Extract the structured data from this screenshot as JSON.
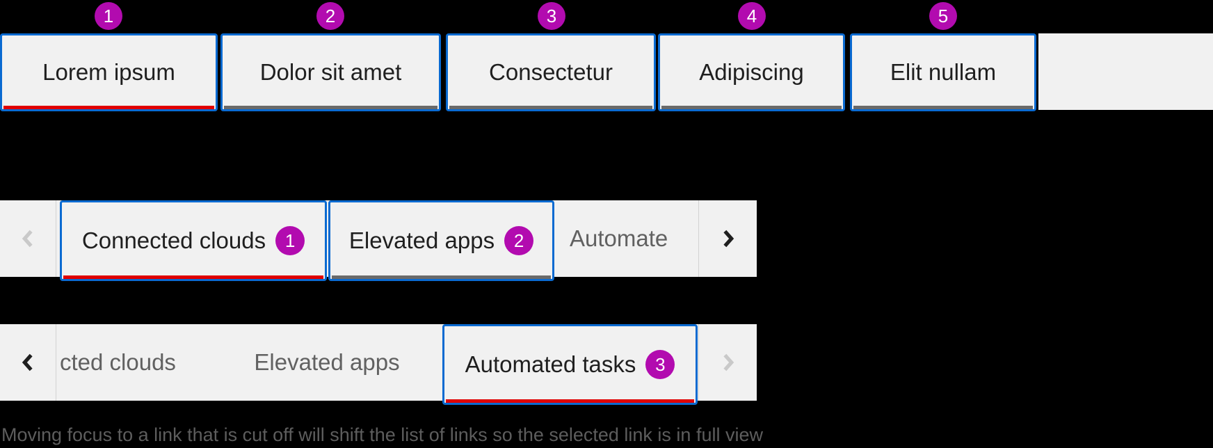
{
  "colors": {
    "background": "#000000",
    "bar_bg": "#f1f1f1",
    "tab_border_blue": "#0a6ad1",
    "selected_underline_red": "#e00000",
    "inactive_underline_gray": "#6a6a6a",
    "badge_bg": "#b20baf",
    "badge_text": "#ffffff",
    "divider": "#d2d2d2",
    "tab_text": "#1f1f1f",
    "muted_text": "#616161",
    "chevron_enabled": "#1f1f1f",
    "chevron_disabled": "#c9c9c9",
    "caption_text": "#5d5d5d"
  },
  "row1": {
    "tabs": [
      {
        "label": "Lorem ipsum",
        "annotation": "1",
        "selected": true
      },
      {
        "label": "Dolor sit amet",
        "annotation": "2",
        "selected": false
      },
      {
        "label": "Consectetur",
        "annotation": "3",
        "selected": false
      },
      {
        "label": "Adipiscing",
        "annotation": "4",
        "selected": false
      },
      {
        "label": "Elit nullam",
        "annotation": "5",
        "selected": false
      }
    ]
  },
  "row2": {
    "left_scroll": {
      "icon": "chevron-left",
      "disabled": true
    },
    "tabs": [
      {
        "label": "Connected clouds",
        "annotation": "1",
        "selected": true
      },
      {
        "label": "Elevated apps",
        "annotation": "2",
        "selected": false
      }
    ],
    "overflow_tab_label": "Automate",
    "right_scroll": {
      "icon": "chevron-right",
      "disabled": false
    }
  },
  "row3": {
    "left_scroll": {
      "icon": "chevron-left",
      "disabled": false
    },
    "clipped_tab_label": "cted clouds",
    "tab_label": "Elevated apps",
    "selected_tab": {
      "label": "Automated tasks",
      "annotation": "3"
    },
    "right_scroll": {
      "icon": "chevron-right",
      "disabled": true
    }
  },
  "caption": "Moving focus to a link that is cut off will shift the list of links so the selected link is in full view"
}
